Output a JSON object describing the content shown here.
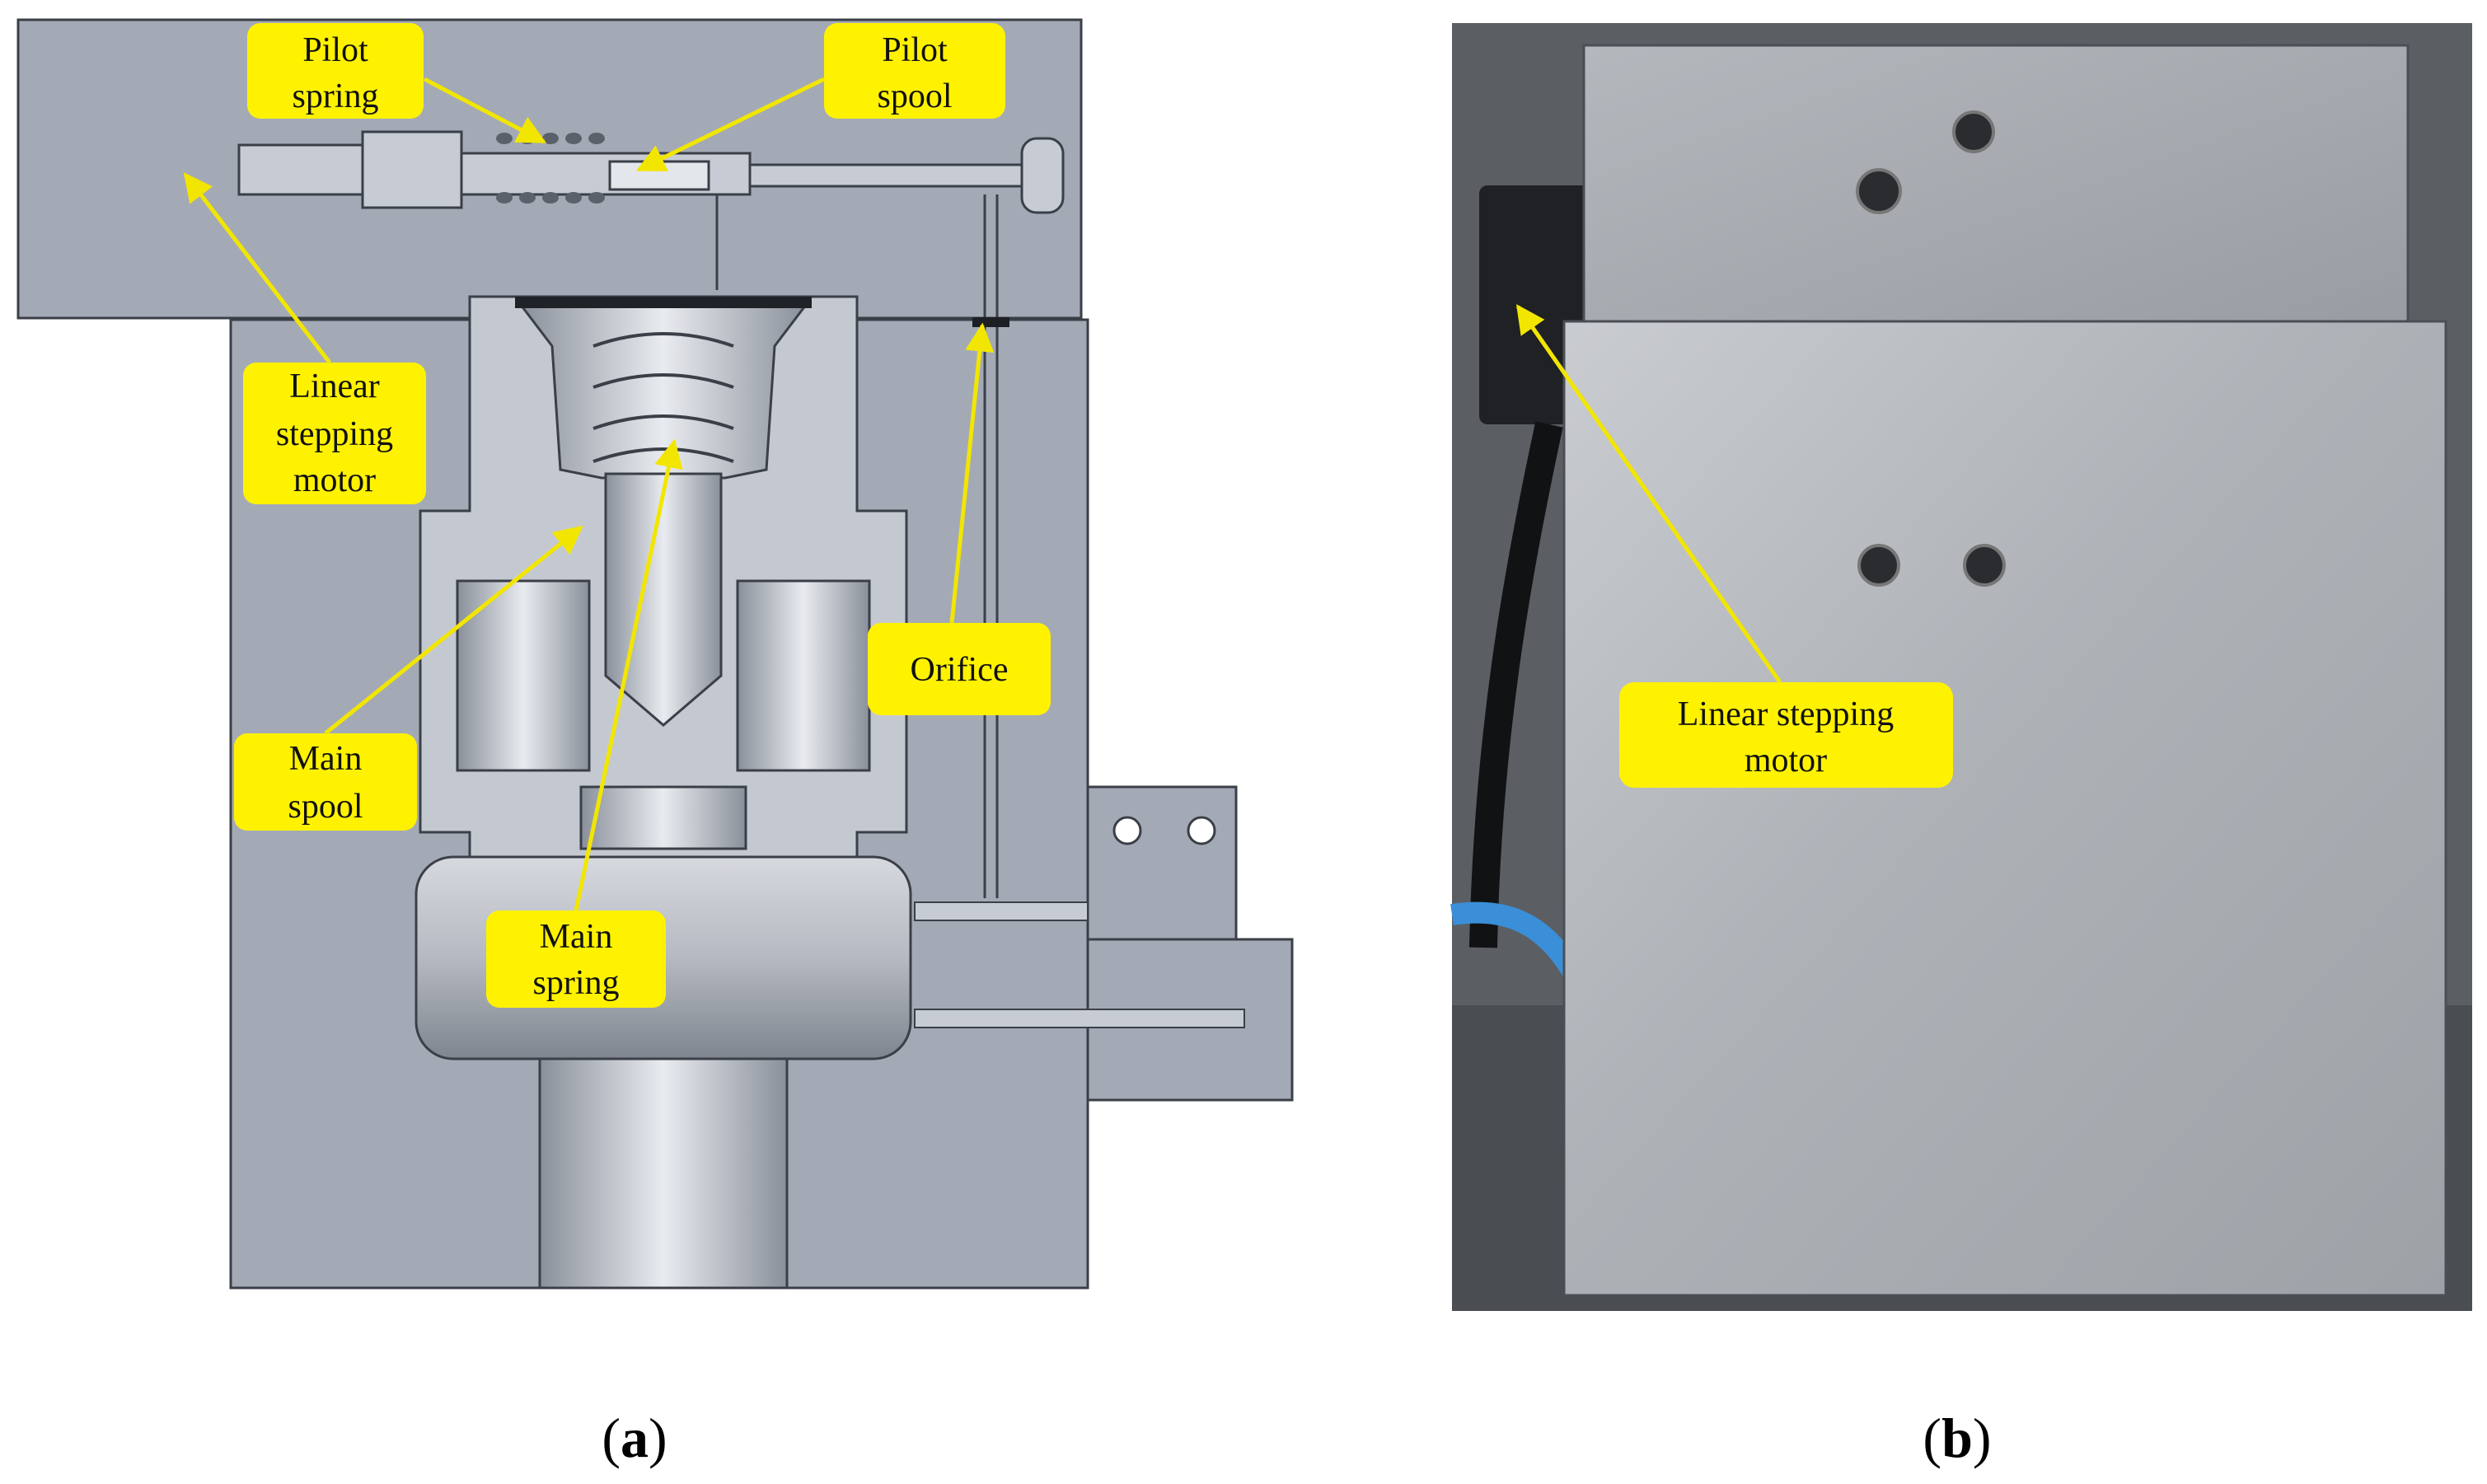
{
  "panel_a": {
    "labels": {
      "pilot_spring": [
        "Pilot",
        "spring"
      ],
      "pilot_spool": [
        "Pilot",
        "spool"
      ],
      "linear_stepping_motor": [
        "Linear",
        "stepping",
        "motor"
      ],
      "orifice": [
        "Orifice"
      ],
      "main_spool": [
        "Main",
        "spool"
      ],
      "main_spring": [
        "Main",
        "spring"
      ]
    },
    "caption": {
      "open": "(",
      "letter": "a",
      "close": ")"
    }
  },
  "panel_b": {
    "labels": {
      "linear_stepping_motor": [
        "Linear stepping",
        "motor"
      ]
    },
    "caption": {
      "open": "(",
      "letter": "b",
      "close": ")"
    }
  },
  "colors": {
    "callout_fill": "#fff200",
    "arrow": "#f2e600",
    "body_gray": "#a3aab6",
    "outline": "#3b3f47",
    "metal_plate": "#b9bdc2"
  }
}
